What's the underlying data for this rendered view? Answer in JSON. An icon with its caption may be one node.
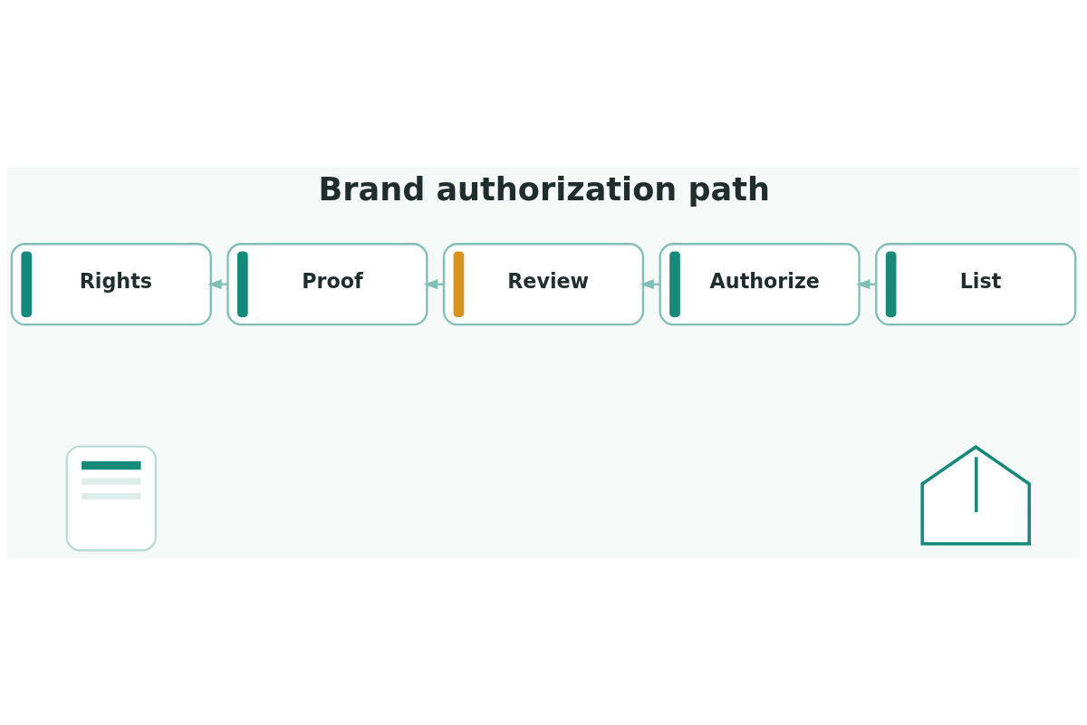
{
  "diagram": {
    "title": "Brand authorization path",
    "nodes": [
      {
        "text": [
          "Rights"
        ]
      },
      {
        "text": [
          "Proof"
        ]
      },
      {
        "text": [
          "Review"
        ]
      },
      {
        "text": [
          "Authorize"
        ]
      },
      {
        "text": [
          "List"
        ]
      },
      {
        "text": [],
        "shape": "picture"
      },
      {
        "text": [],
        "shape": "box"
      }
    ],
    "edges": [
      {
        "from": 1,
        "to": 0,
        "arrow": "to"
      },
      {
        "from": 2,
        "to": 1,
        "arrow": "to"
      },
      {
        "from": 3,
        "to": 2,
        "arrow": "to"
      },
      {
        "from": 4,
        "to": 3,
        "arrow": "to"
      }
    ]
  }
}
